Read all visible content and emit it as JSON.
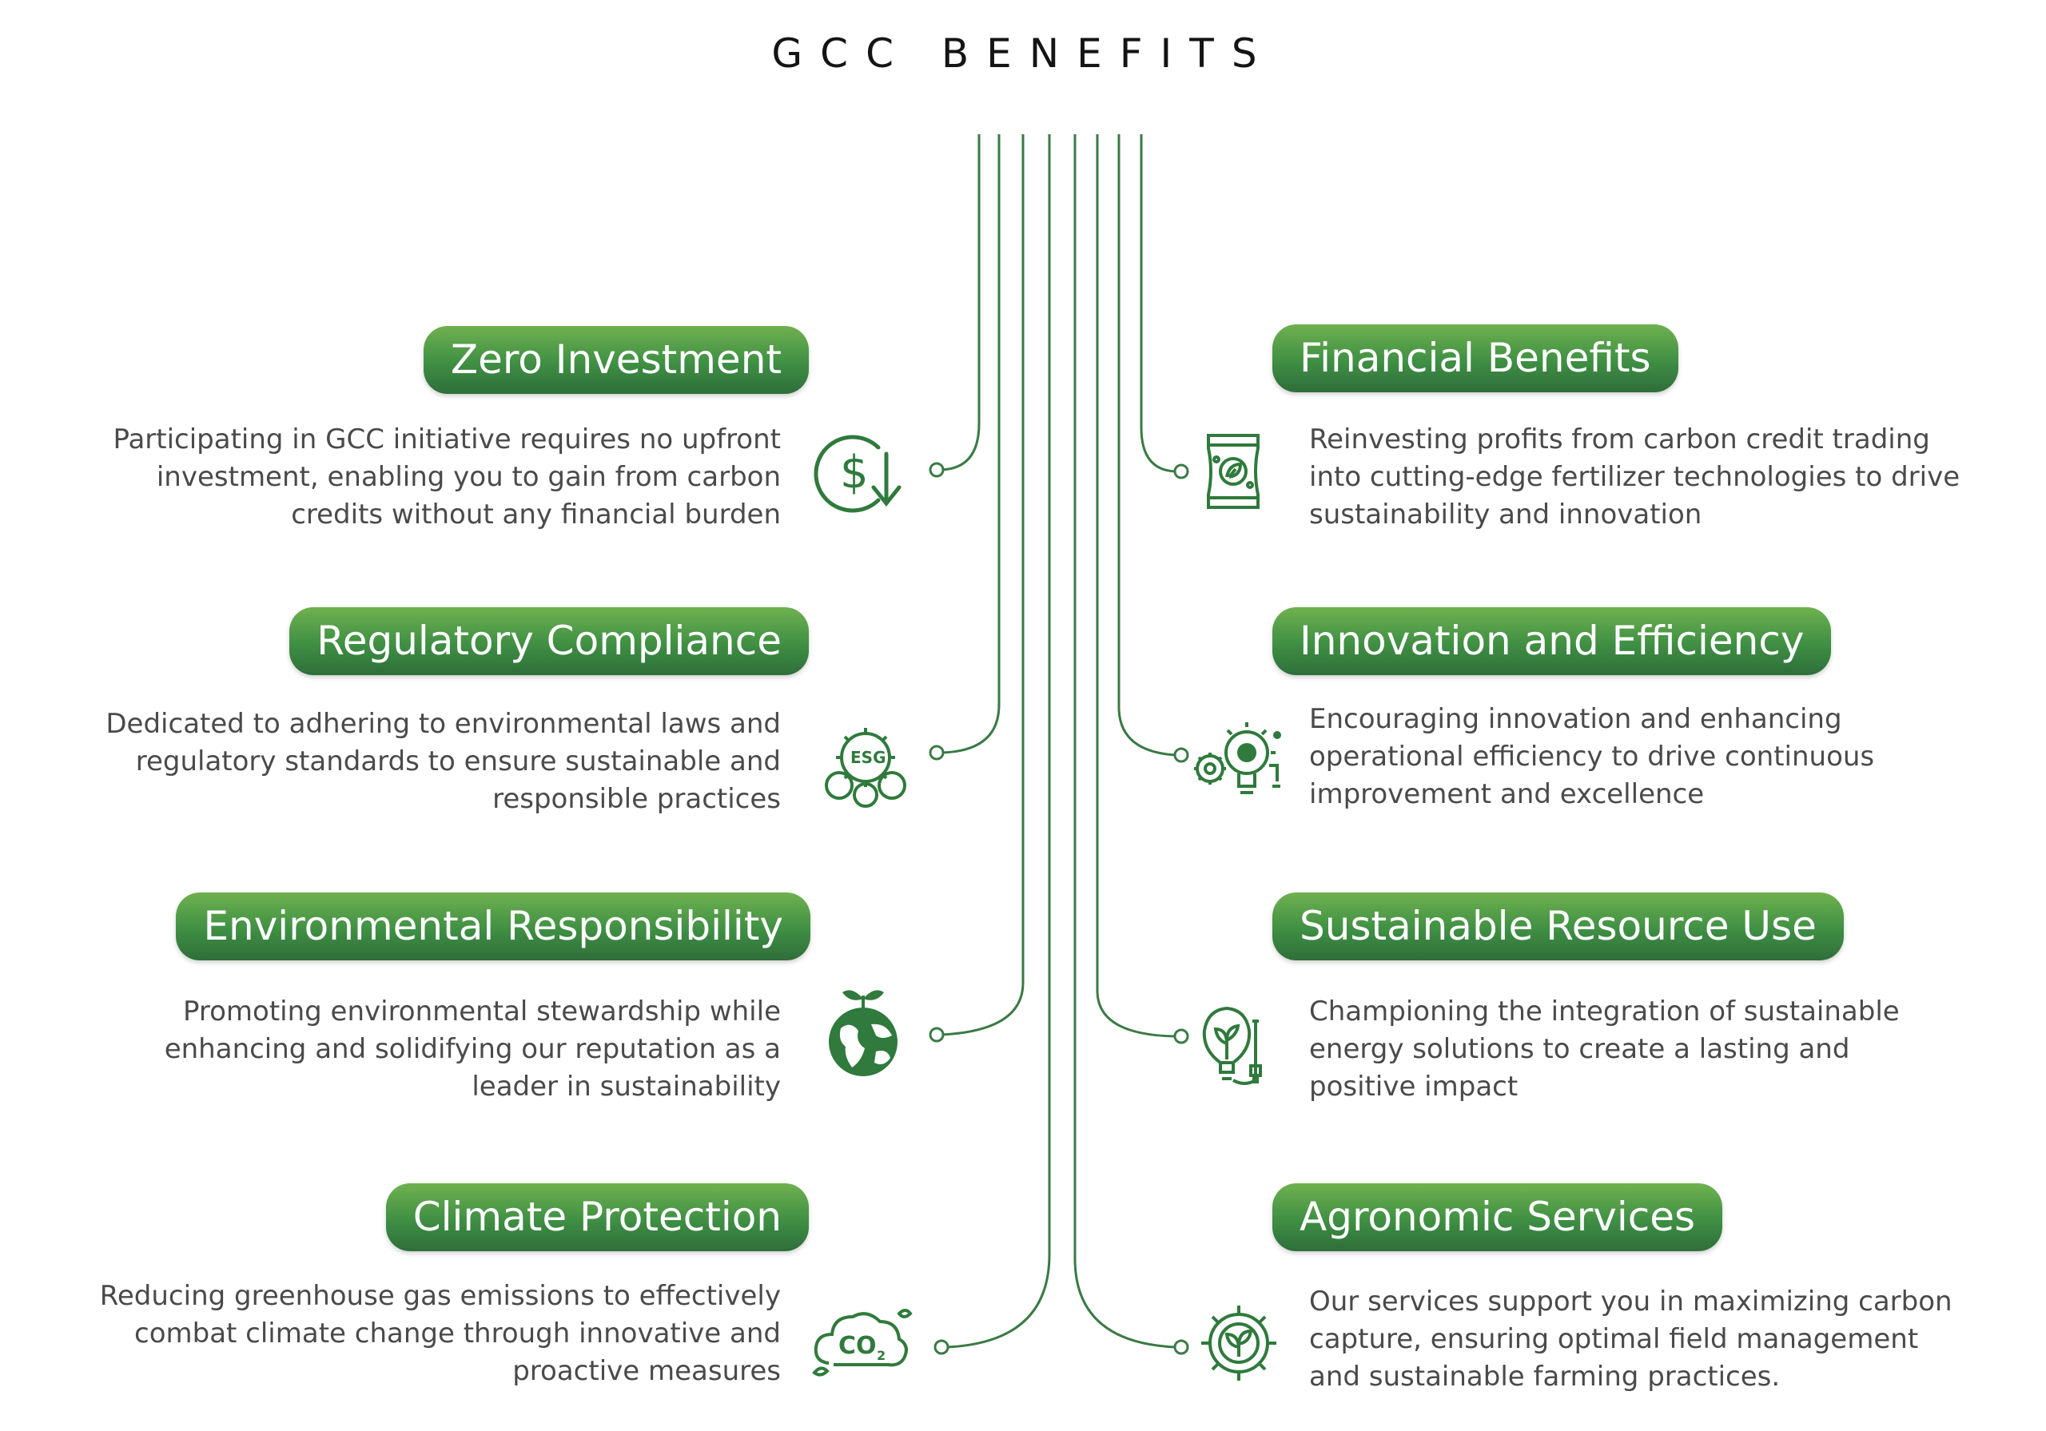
{
  "title": "GCC BENEFITS",
  "colors": {
    "accent": "#3f8f44",
    "line": "#3a7a45",
    "icon": "#2f7a3c"
  },
  "benefits": [
    {
      "id": "zero-investment",
      "side": "left",
      "icon": "dollar-down-icon",
      "title": "Zero Investment",
      "desc": [
        "Participating in GCC initiative requires no upfront",
        "investment, enabling you to gain from carbon",
        "credits without any financial burden"
      ]
    },
    {
      "id": "regulatory-compliance",
      "side": "left",
      "icon": "esg-gear-icon",
      "title": "Regulatory Compliance",
      "desc": [
        "Dedicated to adhering to environmental laws and",
        "regulatory standards to ensure sustainable and",
        "responsible practices"
      ]
    },
    {
      "id": "environmental-responsibility",
      "side": "left",
      "icon": "earth-plant-icon",
      "title": "Environmental Responsibility",
      "desc": [
        "Promoting environmental stewardship while",
        "enhancing and solidifying our reputation as a",
        "leader in sustainability"
      ]
    },
    {
      "id": "climate-protection",
      "side": "left",
      "icon": "co2-cloud-icon",
      "title": "Climate Protection",
      "desc": [
        "Reducing greenhouse gas emissions to effectively",
        "combat climate change through innovative and",
        "proactive measures"
      ]
    },
    {
      "id": "financial-benefits",
      "side": "right",
      "icon": "fertilizer-bag-icon",
      "title": "Financial Benefits",
      "desc": [
        "Reinvesting profits from carbon credit trading",
        "into cutting-edge fertilizer technologies to drive",
        "sustainability and innovation"
      ]
    },
    {
      "id": "innovation-efficiency",
      "side": "right",
      "icon": "idea-gear-icon",
      "title": "Innovation and Efficiency",
      "desc": [
        "Encouraging innovation and enhancing",
        "operational efficiency to drive continuous",
        "improvement and excellence"
      ]
    },
    {
      "id": "sustainable-resource-use",
      "side": "right",
      "icon": "bulb-plug-icon",
      "title": "Sustainable Resource Use",
      "desc": [
        "Championing the integration of sustainable",
        "energy solutions to create a lasting and",
        "positive impact"
      ]
    },
    {
      "id": "agronomic-services",
      "side": "right",
      "icon": "plant-gear-icon",
      "title": "Agronomic Services",
      "desc": [
        "Our services support you in maximizing carbon",
        "capture, ensuring optimal field management",
        "and sustainable farming practices."
      ]
    }
  ]
}
